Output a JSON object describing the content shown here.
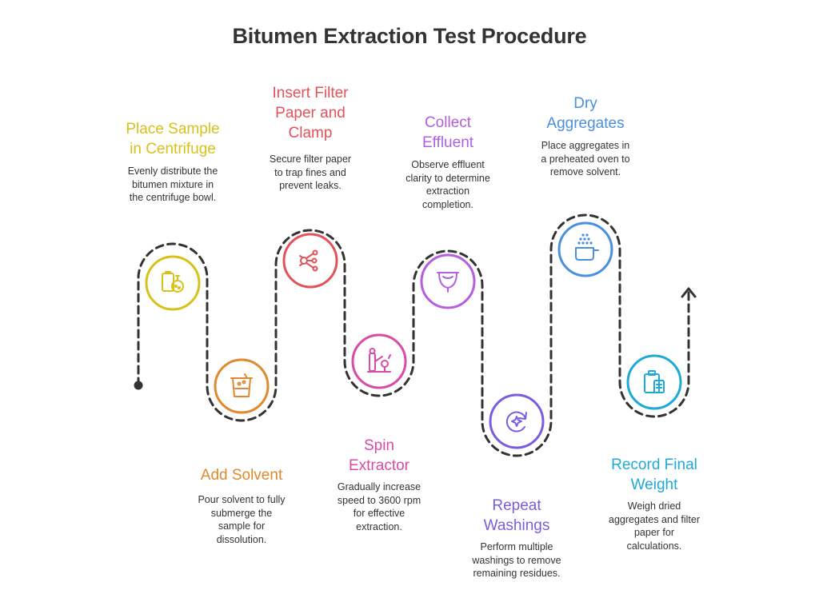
{
  "title": "Bitumen Extraction Test Procedure",
  "steps": [
    {
      "title": "Place Sample\nin Centrifuge",
      "description": "Evenly distribute the\nbitumen mixture in\nthe centrifuge bowl.",
      "color": "#D8C21A",
      "icon": "flask-clipboard-icon"
    },
    {
      "title": "Add Solvent",
      "description": "Pour solvent to fully\nsubmerge the\nsample for\ndissolution.",
      "color": "#E0892E",
      "icon": "beaker-icon"
    },
    {
      "title": "Insert Filter\nPaper and\nClamp",
      "description": "Secure filter paper\nto trap fines and\nprevent leaks.",
      "color": "#E2525A",
      "icon": "filter-network-icon"
    },
    {
      "title": "Spin\nExtractor",
      "description": "Gradually increase\nspeed to 3600 rpm\nfor effective\nextraction.",
      "color": "#D94BA6",
      "icon": "machine-icon"
    },
    {
      "title": "Collect\nEffluent",
      "description": "Observe effluent\nclarity to determine\nextraction\ncompletion.",
      "color": "#B45FE0",
      "icon": "cup-icon"
    },
    {
      "title": "Repeat\nWashings",
      "description": "Perform multiple\nwashings to remove\nremaining residues.",
      "color": "#7B5CE0",
      "icon": "repeat-icon"
    },
    {
      "title": "Dry\nAggregates",
      "description": "Place aggregates in\na preheated oven to\nremove solvent.",
      "color": "#4A8FE0",
      "icon": "pot-icon"
    },
    {
      "title": "Record Final\nWeight",
      "description": "Weigh dried\naggregates and filter\npaper for\ncalculations.",
      "color": "#1FA9D6",
      "icon": "clipboard-icon"
    }
  ]
}
